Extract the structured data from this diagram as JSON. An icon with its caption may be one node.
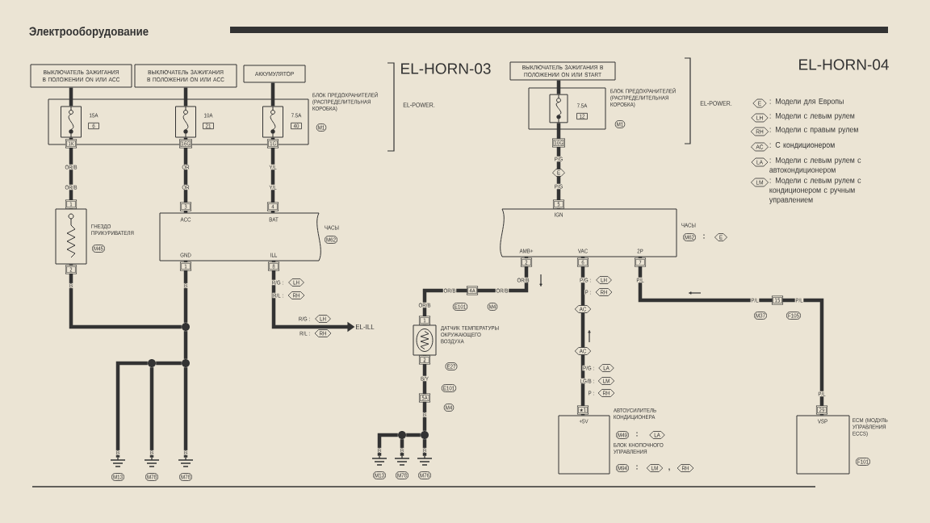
{
  "diagram": {
    "title": "Электрооборудование",
    "nodes": [
      {
        "text": [
          "ВЫКЛЮЧАТЕЛЬ ЗАЖИГАНИЯ В ПОЛОЖЕНИИ ON ИЛИ ACC"
        ]
      },
      {
        "text": [
          "ВЫКЛЮЧАТЕЛЬ ЗАЖИГАНИЯ В ПОЛОЖЕНИИ ON ИЛИ ACC"
        ]
      },
      {
        "text": [
          "АККУМУЛЯТОР"
        ]
      },
      {
        "text": [
          "БЛОК ПРЕДОХРАНИТЕЛЕЙ (РАСПРЕДЕЛИТЕЛЬНАЯ КОРОБКА)",
          "M1"
        ]
      },
      {
        "text": [
          "15A",
          "6"
        ],
        "in": 3
      },
      {
        "text": [
          "10A",
          "21"
        ],
        "in": 3
      },
      {
        "text": [
          "7.5A",
          "40"
        ],
        "in": 3
      },
      {
        "text": [
          "ГНЕЗДО ПРИКУРИВАТЕЛЯ",
          "M45"
        ]
      },
      {
        "text": [
          "ACC",
          "BAT",
          "GND",
          "ILL",
          "ЧАСЫ",
          "M62"
        ]
      },
      {
        "text": [],
        "shape": "circle"
      },
      {
        "text": [],
        "shape": "circle"
      },
      {
        "text": [],
        "shape": "circle"
      },
      {
        "text": [
          "M13"
        ]
      },
      {
        "text": [
          "M78"
        ]
      },
      {
        "text": [
          "M78"
        ]
      },
      {
        "text": [
          "EL-ILL"
        ]
      },
      {
        "text": [
          "ВЫКЛЮЧАТЕЛЬ ЗАЖИГАНИЯ В ПОЛОЖЕНИИ ON ИЛИ START"
        ]
      },
      {
        "text": [
          "БЛОК ПРЕДОХРАНИТЕЛЕЙ (РАСПРЕДЕЛИТЕЛЬНАЯ КОРОБКА)",
          "M1"
        ]
      },
      {
        "text": [
          "7.5A",
          "12"
        ],
        "in": 17
      },
      {
        "text": [
          "IGN",
          "AMB+",
          "VAC",
          "2P",
          "ЧАСЫ",
          "M62",
          ":",
          "E"
        ]
      },
      {
        "text": [
          "4A",
          "E101",
          "M4"
        ]
      },
      {
        "text": [
          "ДАТЧИК ТЕМПЕРАТУРЫ ОКРУЖАЮЩЕГО ВОЗДУХА",
          "E27"
        ]
      },
      {
        "text": [
          "5A",
          "E101",
          "M4"
        ]
      },
      {
        "text": [],
        "shape": "circle"
      },
      {
        "text": [],
        "shape": "circle"
      },
      {
        "text": [
          "M13"
        ]
      },
      {
        "text": [
          "M78"
        ]
      },
      {
        "text": [
          "M76"
        ]
      },
      {
        "text": [
          "+5V",
          "АВТОУСИЛИТЕЛЬ КОНДИЦИОНЕРА",
          "M49",
          ":",
          "LA",
          "БЛОК КНОПОЧНОГО УПРАВЛЕНИЯ",
          "M94",
          ":",
          "LM",
          ",",
          "RH"
        ]
      },
      {
        "text": [
          "15",
          "M37",
          "F105"
        ]
      },
      {
        "text": [
          "VSP",
          "ECM (МОДУЛЬ УПРАВЛЕНИЯ ECCS)",
          "F101"
        ]
      }
    ],
    "edges": [
      {
        "from": 0,
        "to": 4,
        "arrow": "none"
      },
      {
        "from": 1,
        "to": 5,
        "arrow": "none"
      },
      {
        "from": 2,
        "to": 6,
        "arrow": "none"
      },
      {
        "from": 4,
        "to": 7,
        "arrow": "none"
      },
      {
        "from": 5,
        "to": 8,
        "arrow": "none"
      },
      {
        "from": 6,
        "to": 8,
        "arrow": "none"
      },
      {
        "from": 7,
        "to": 9,
        "arrow": "none"
      },
      {
        "from": 8,
        "to": 9,
        "arrow": "none"
      },
      {
        "from": 9,
        "to": 11,
        "arrow": "none"
      },
      {
        "from": 11,
        "to": 14,
        "arrow": "none"
      },
      {
        "from": 11,
        "to": 10,
        "arrow": "none"
      },
      {
        "from": 10,
        "to": 12,
        "arrow": "none"
      },
      {
        "from": 10,
        "to": 13,
        "arrow": "none"
      },
      {
        "from": 8,
        "to": 15,
        "arrow": "to"
      },
      {
        "from": 16,
        "to": 18,
        "arrow": "none"
      },
      {
        "from": 18,
        "to": 19,
        "arrow": "none"
      },
      {
        "from": 19,
        "to": 20,
        "arrow": "none"
      },
      {
        "from": 20,
        "to": 21,
        "arrow": "none"
      },
      {
        "from": 21,
        "to": 22,
        "arrow": "none"
      },
      {
        "from": 22,
        "to": 24,
        "arrow": "none"
      },
      {
        "from": 24,
        "to": 27,
        "arrow": "none"
      },
      {
        "from": 24,
        "to": 23,
        "arrow": "none"
      },
      {
        "from": 23,
        "to": 26,
        "arrow": "none"
      },
      {
        "from": 23,
        "to": 25,
        "arrow": "none"
      },
      {
        "from": 19,
        "to": 28,
        "arrow": "none"
      },
      {
        "from": 19,
        "to": 29,
        "arrow": "none"
      },
      {
        "from": 29,
        "to": 30,
        "arrow": "none"
      }
    ],
    "labels": [
      "EL-HORN-03",
      "EL-HORN-04",
      "EL-POWER.",
      "EL-POWER.",
      "1K",
      "16G",
      "1G",
      "10G",
      "OR/B",
      "OR",
      "Y/L",
      "P/G",
      "E",
      "OR/B",
      "OR",
      "Y/L",
      "P/G",
      "1",
      "3",
      "4",
      "5",
      "2",
      "1",
      "8",
      "2",
      "6",
      "7",
      "B",
      "B",
      "R/G :",
      "LH",
      "OR/B",
      "P/G :",
      "LH",
      "P/L",
      "R/L :",
      "RH",
      "OR/B",
      "OR/B",
      "P :",
      "RH",
      "P/L",
      "P/L",
      "OR/B",
      "AC",
      "R/G :",
      "LH",
      "1",
      "R/L :",
      "RH",
      "AC",
      "2",
      "P/G :",
      "LA",
      "B/Y",
      "LG/B :",
      "LM",
      "P :",
      "RH",
      "P/L",
      "★1",
      "29",
      "B",
      "B",
      "B",
      "B",
      "B",
      "B",
      "B",
      "E",
      "LH",
      "RH",
      "AC",
      "LA",
      "LM"
    ],
    "legend": [
      {
        "text": ": Модели для Европы"
      },
      {
        "text": ": Модели с левым рулем"
      },
      {
        "text": ": Модели с правым рулем"
      },
      {
        "text": ": С кондиционером"
      },
      {
        "text": ": Модели с левым рулем с автокондиционером"
      },
      {
        "text": ": Модели с левым рулем с кондиционером с ручным управлением"
      }
    ]
  }
}
